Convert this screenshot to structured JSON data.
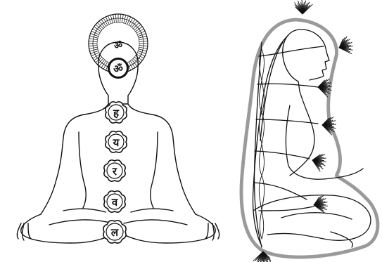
{
  "figures": {
    "left": {
      "chakras": [
        {
          "id": "sahasrara",
          "glyph": "ॐ"
        },
        {
          "id": "ajna",
          "glyph": "ॐ"
        },
        {
          "id": "vishuddha",
          "glyph": "ह"
        },
        {
          "id": "anahata",
          "glyph": "य"
        },
        {
          "id": "manipura",
          "glyph": "र"
        },
        {
          "id": "svadhisthana",
          "glyph": "व"
        },
        {
          "id": "muladhara",
          "glyph": "ल"
        }
      ]
    }
  },
  "colors": {
    "ink": "#111111",
    "paper": "#ffffff",
    "stipple": "#9a9a9a"
  }
}
